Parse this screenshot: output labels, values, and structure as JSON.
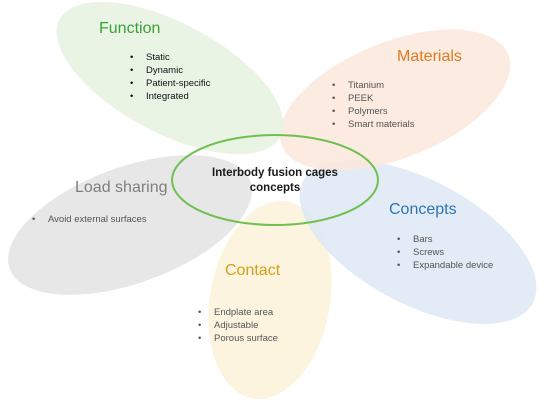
{
  "center": {
    "line1": "Interbody fusion cages",
    "line2": "concepts"
  },
  "petals": [
    {
      "id": "function",
      "title": "Function",
      "title_color": "#3aa23a",
      "fill": "#e6f2e0",
      "text_color": "#111111",
      "bullets": [
        "Static",
        "Dynamic",
        "Patient-specific",
        "Integrated"
      ]
    },
    {
      "id": "materials",
      "title": "Materials",
      "title_color": "#e07a20",
      "fill": "#fbe8dc",
      "text_color": "#555555",
      "bullets": [
        "Titanium",
        "PEEK",
        "Polymers",
        "Smart materials"
      ]
    },
    {
      "id": "concepts",
      "title": "Concepts",
      "title_color": "#2e75b6",
      "fill": "#dde8f5",
      "text_color": "#555555",
      "bullets": [
        "Bars",
        "Screws",
        "Expandable device"
      ]
    },
    {
      "id": "contact",
      "title": "Contact",
      "title_color": "#d4a017",
      "fill": "#fdf2d9",
      "text_color": "#555555",
      "bullets": [
        "Endplate area",
        "Adjustable",
        "Porous surface"
      ]
    },
    {
      "id": "load-sharing",
      "title": "Load sharing",
      "title_color": "#7f7f7f",
      "fill": "#e3e3e3",
      "text_color": "#555555",
      "bullets": [
        "Avoid external surfaces"
      ]
    }
  ],
  "center_ring_color": "#70c050"
}
